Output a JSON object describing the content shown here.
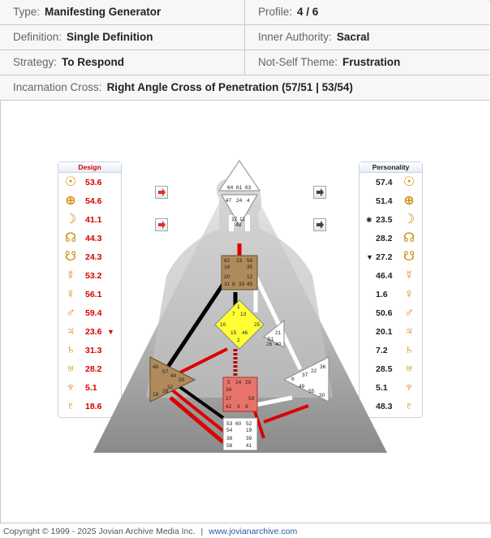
{
  "summary": {
    "type": {
      "label": "Type:",
      "value": "Manifesting Generator"
    },
    "profile": {
      "label": "Profile:",
      "value": "4 / 6"
    },
    "definition": {
      "label": "Definition:",
      "value": "Single Definition"
    },
    "inner_authority": {
      "label": "Inner Authority:",
      "value": "Sacral"
    },
    "strategy": {
      "label": "Strategy:",
      "value": "To Respond"
    },
    "not_self_theme": {
      "label": "Not-Self Theme:",
      "value": "Frustration"
    },
    "incarnation_cross": {
      "label": "Incarnation Cross:",
      "value": "Right Angle Cross of Penetration (57/51 | 53/54)"
    }
  },
  "design": {
    "title": "Design",
    "rows": [
      {
        "icon": "sun-icon",
        "glyph": "☉",
        "value": "53.6"
      },
      {
        "icon": "earth-icon",
        "glyph": "⊕",
        "value": "54.6"
      },
      {
        "icon": "moon-icon",
        "glyph": "☽",
        "value": "41.1"
      },
      {
        "icon": "north-node-icon",
        "glyph": "☊",
        "value": "44.3"
      },
      {
        "icon": "south-node-icon",
        "glyph": "☋",
        "value": "24.3"
      },
      {
        "icon": "mercury-icon",
        "glyph": "☿",
        "value": "53.2"
      },
      {
        "icon": "venus-icon",
        "glyph": "♀",
        "value": "56.1"
      },
      {
        "icon": "mars-icon",
        "glyph": "♂",
        "value": "59.4"
      },
      {
        "icon": "jupiter-icon",
        "glyph": "♃",
        "value": "23.6",
        "marker": "▼"
      },
      {
        "icon": "saturn-icon",
        "glyph": "♄",
        "value": "31.3"
      },
      {
        "icon": "uranus-icon",
        "glyph": "♅",
        "value": "28.2"
      },
      {
        "icon": "neptune-icon",
        "glyph": "♆",
        "value": "5.1"
      },
      {
        "icon": "pluto-icon",
        "glyph": "♇",
        "value": "18.6"
      }
    ]
  },
  "personality": {
    "title": "Personality",
    "rows": [
      {
        "icon": "sun-icon",
        "glyph": "☉",
        "value": "57.4"
      },
      {
        "icon": "earth-icon",
        "glyph": "⊕",
        "value": "51.4"
      },
      {
        "icon": "moon-icon",
        "glyph": "☽",
        "value": "23.5",
        "marker": "✱"
      },
      {
        "icon": "north-node-icon",
        "glyph": "☊",
        "value": "28.2"
      },
      {
        "icon": "south-node-icon",
        "glyph": "☋",
        "value": "27.2",
        "marker": "▼"
      },
      {
        "icon": "mercury-icon",
        "glyph": "☿",
        "value": "46.4"
      },
      {
        "icon": "venus-icon",
        "glyph": "♀",
        "value": "1.6"
      },
      {
        "icon": "mars-icon",
        "glyph": "♂",
        "value": "50.6"
      },
      {
        "icon": "jupiter-icon",
        "glyph": "♃",
        "value": "20.1"
      },
      {
        "icon": "saturn-icon",
        "glyph": "♄",
        "value": "7.2"
      },
      {
        "icon": "uranus-icon",
        "glyph": "♅",
        "value": "28.5"
      },
      {
        "icon": "neptune-icon",
        "glyph": "♆",
        "value": "5.1"
      },
      {
        "icon": "pluto-icon",
        "glyph": "♇",
        "value": "48.3"
      }
    ]
  },
  "bodygraph": {
    "head_gates": [
      "64",
      "61",
      "63"
    ],
    "ajna_gates_top": [
      "47",
      "24",
      "4"
    ],
    "ajna_gates_bottom": [
      "17",
      "11",
      "43"
    ],
    "throat_gates": [
      "62",
      "23",
      "56",
      "16",
      "35",
      "20",
      "12",
      "31",
      "8",
      "33",
      "45"
    ],
    "g_gates": [
      "1",
      "7",
      "13",
      "10",
      "25",
      "15",
      "46",
      "2"
    ],
    "ego_gates": [
      "21",
      "51",
      "26",
      "40"
    ],
    "spleen_gates": [
      "48",
      "57",
      "44",
      "50",
      "32",
      "18",
      "28"
    ],
    "sacral_gates": [
      "5",
      "14",
      "29",
      "34",
      "27",
      "59",
      "42",
      "3",
      "9"
    ],
    "solar_plexus_gates": [
      "36",
      "22",
      "37",
      "6",
      "49",
      "55",
      "30"
    ],
    "root_gates": [
      "53",
      "60",
      "52",
      "54",
      "19",
      "38",
      "39",
      "58",
      "41"
    ]
  },
  "footer": {
    "copyright": "Copyright © 1999 - 2025 Jovian Archive Media Inc.",
    "separator": "|",
    "link": "www.jovianarchive.com"
  },
  "colors": {
    "design_red": "#d40000",
    "head_center": "#ffffff",
    "throat_center": "#b08a5a",
    "g_center": "#ffff33",
    "spleen_center": "#b08a5a",
    "sacral_center": "#e8736a"
  }
}
